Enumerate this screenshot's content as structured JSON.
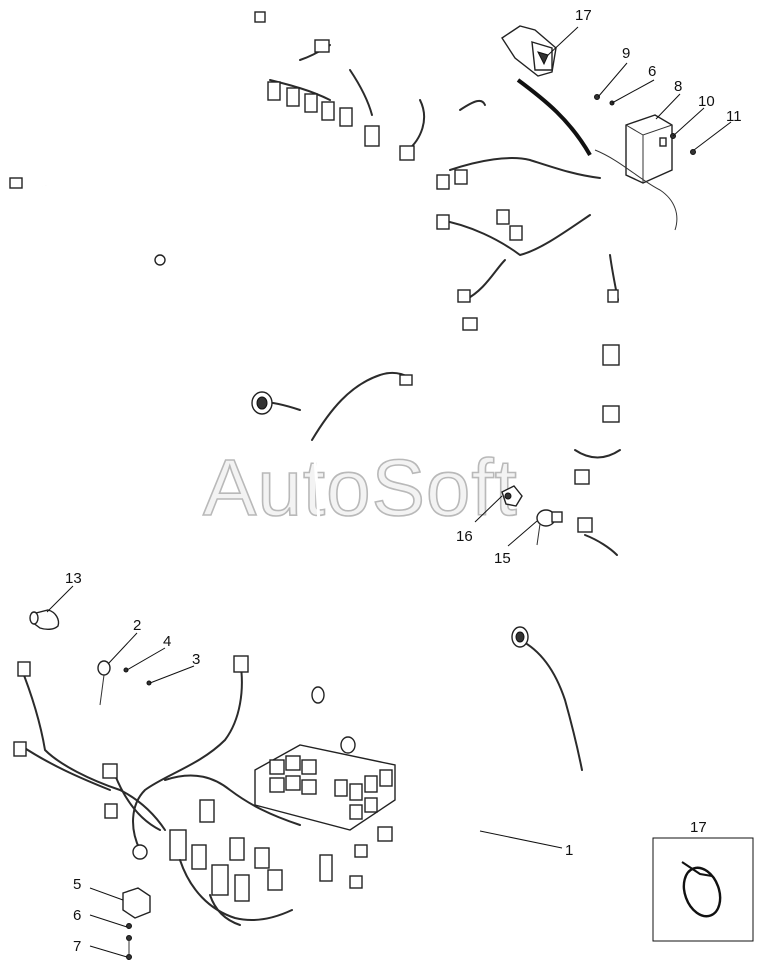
{
  "watermark": "AutoSoft",
  "callouts": {
    "c17_top": "17",
    "c9": "9",
    "c6_top": "6",
    "c8": "8",
    "c10": "10",
    "c11": "11",
    "c16": "16",
    "c15": "15",
    "c13": "13",
    "c2": "2",
    "c4": "4",
    "c3": "3",
    "c1": "1",
    "c5": "5",
    "c6_bottom": "6",
    "c7": "7",
    "c17_inset": "17"
  }
}
